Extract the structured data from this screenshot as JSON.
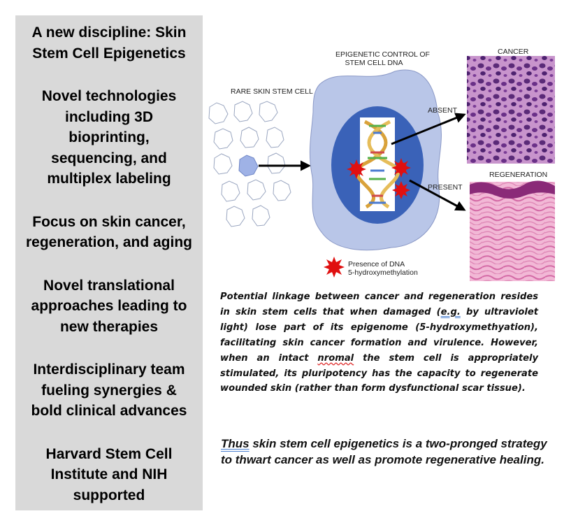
{
  "sidebar": {
    "points": [
      {
        "lines": [
          "A new discipline: Skin",
          "Stem Cell Epigenetics"
        ]
      },
      {
        "lines": [
          "Novel technologies",
          "including 3D",
          "bioprinting,",
          "sequencing, and",
          "multiplex labeling"
        ]
      },
      {
        "lines": [
          "Focus on skin cancer,",
          "regeneration, and aging"
        ]
      },
      {
        "lines": [
          "Novel translational",
          "approaches leading to",
          "new therapies"
        ]
      },
      {
        "lines": [
          "Interdisciplinary team",
          "fueling synergies &",
          "bold clinical advances"
        ]
      },
      {
        "lines": [
          "Harvard Stem Cell",
          "Institute and NIH",
          "supported"
        ]
      }
    ]
  },
  "diagram": {
    "rare_cell_label": "RARE SKIN STEM CELL",
    "control_title_line1": "EPIGENETIC CONTROL OF",
    "control_title_line2": "STEM CELL DNA",
    "absent_label": "ABSENT",
    "present_label": "PRESENT",
    "cancer_label": "CANCER",
    "regeneration_label": "REGENERATION",
    "legend_line1": "Presence of DNA",
    "legend_line2": "5-hydroxymethylation"
  },
  "caption": {
    "part1": "Potential linkage between cancer and regeneration resides in skin stem cells that when damaged (",
    "eg": "e.g.",
    "part2": " by ultraviolet light) lose part of its epigenome (5-hydroxymethyation), facilitating skin cancer formation and virulence. However, when an intact ",
    "typo": "nromal",
    "part3": " the stem cell is appropriately stimulated, its pluripotency has the capacity to regenerate wounded skin (rather than form dysfunctional scar tissue)."
  },
  "conclusion": {
    "lead": "Thus",
    "rest": " skin stem cell epigenetics is a two-pronged strategy to thwart cancer as well as promote regenerative healing."
  },
  "colors": {
    "sidebar_bg": "#d9d9d9",
    "cell_outer": "#b9c6e8",
    "cell_inner": "#3a62b8",
    "marker_red": "#e01010",
    "dna_gold": "#e0b050",
    "cancer_tissue": "#b46ab8",
    "regen_tissue": "#e8a0c8"
  }
}
